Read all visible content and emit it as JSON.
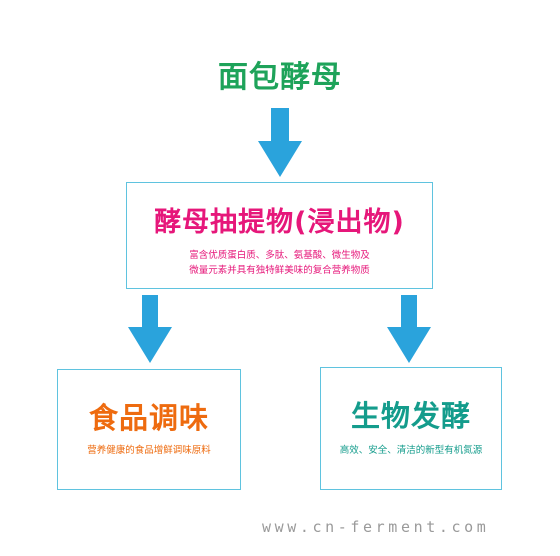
{
  "top_node": {
    "label": "面包酵母"
  },
  "middle_node": {
    "title": "酵母抽提物(浸出物)",
    "description_line1": "富含优质蛋白质、多肽、氨基酸、微生物及",
    "description_line2": "微量元素并具有独特鲜美味的复合营养物质"
  },
  "left_node": {
    "title": "食品调味",
    "description": "营养健康的食品增鲜调味原料"
  },
  "right_node": {
    "title": "生物发酵",
    "description": "高效、安全、清洁的新型有机氮源"
  },
  "watermark": "www.cn-ferment.com",
  "colors": {
    "arrow": "#2aa3dc",
    "box_border": "#5fc3df",
    "top_label": "#1ea35a",
    "middle": "#e6177a",
    "left": "#ee6b0f",
    "right": "#149c8c"
  }
}
